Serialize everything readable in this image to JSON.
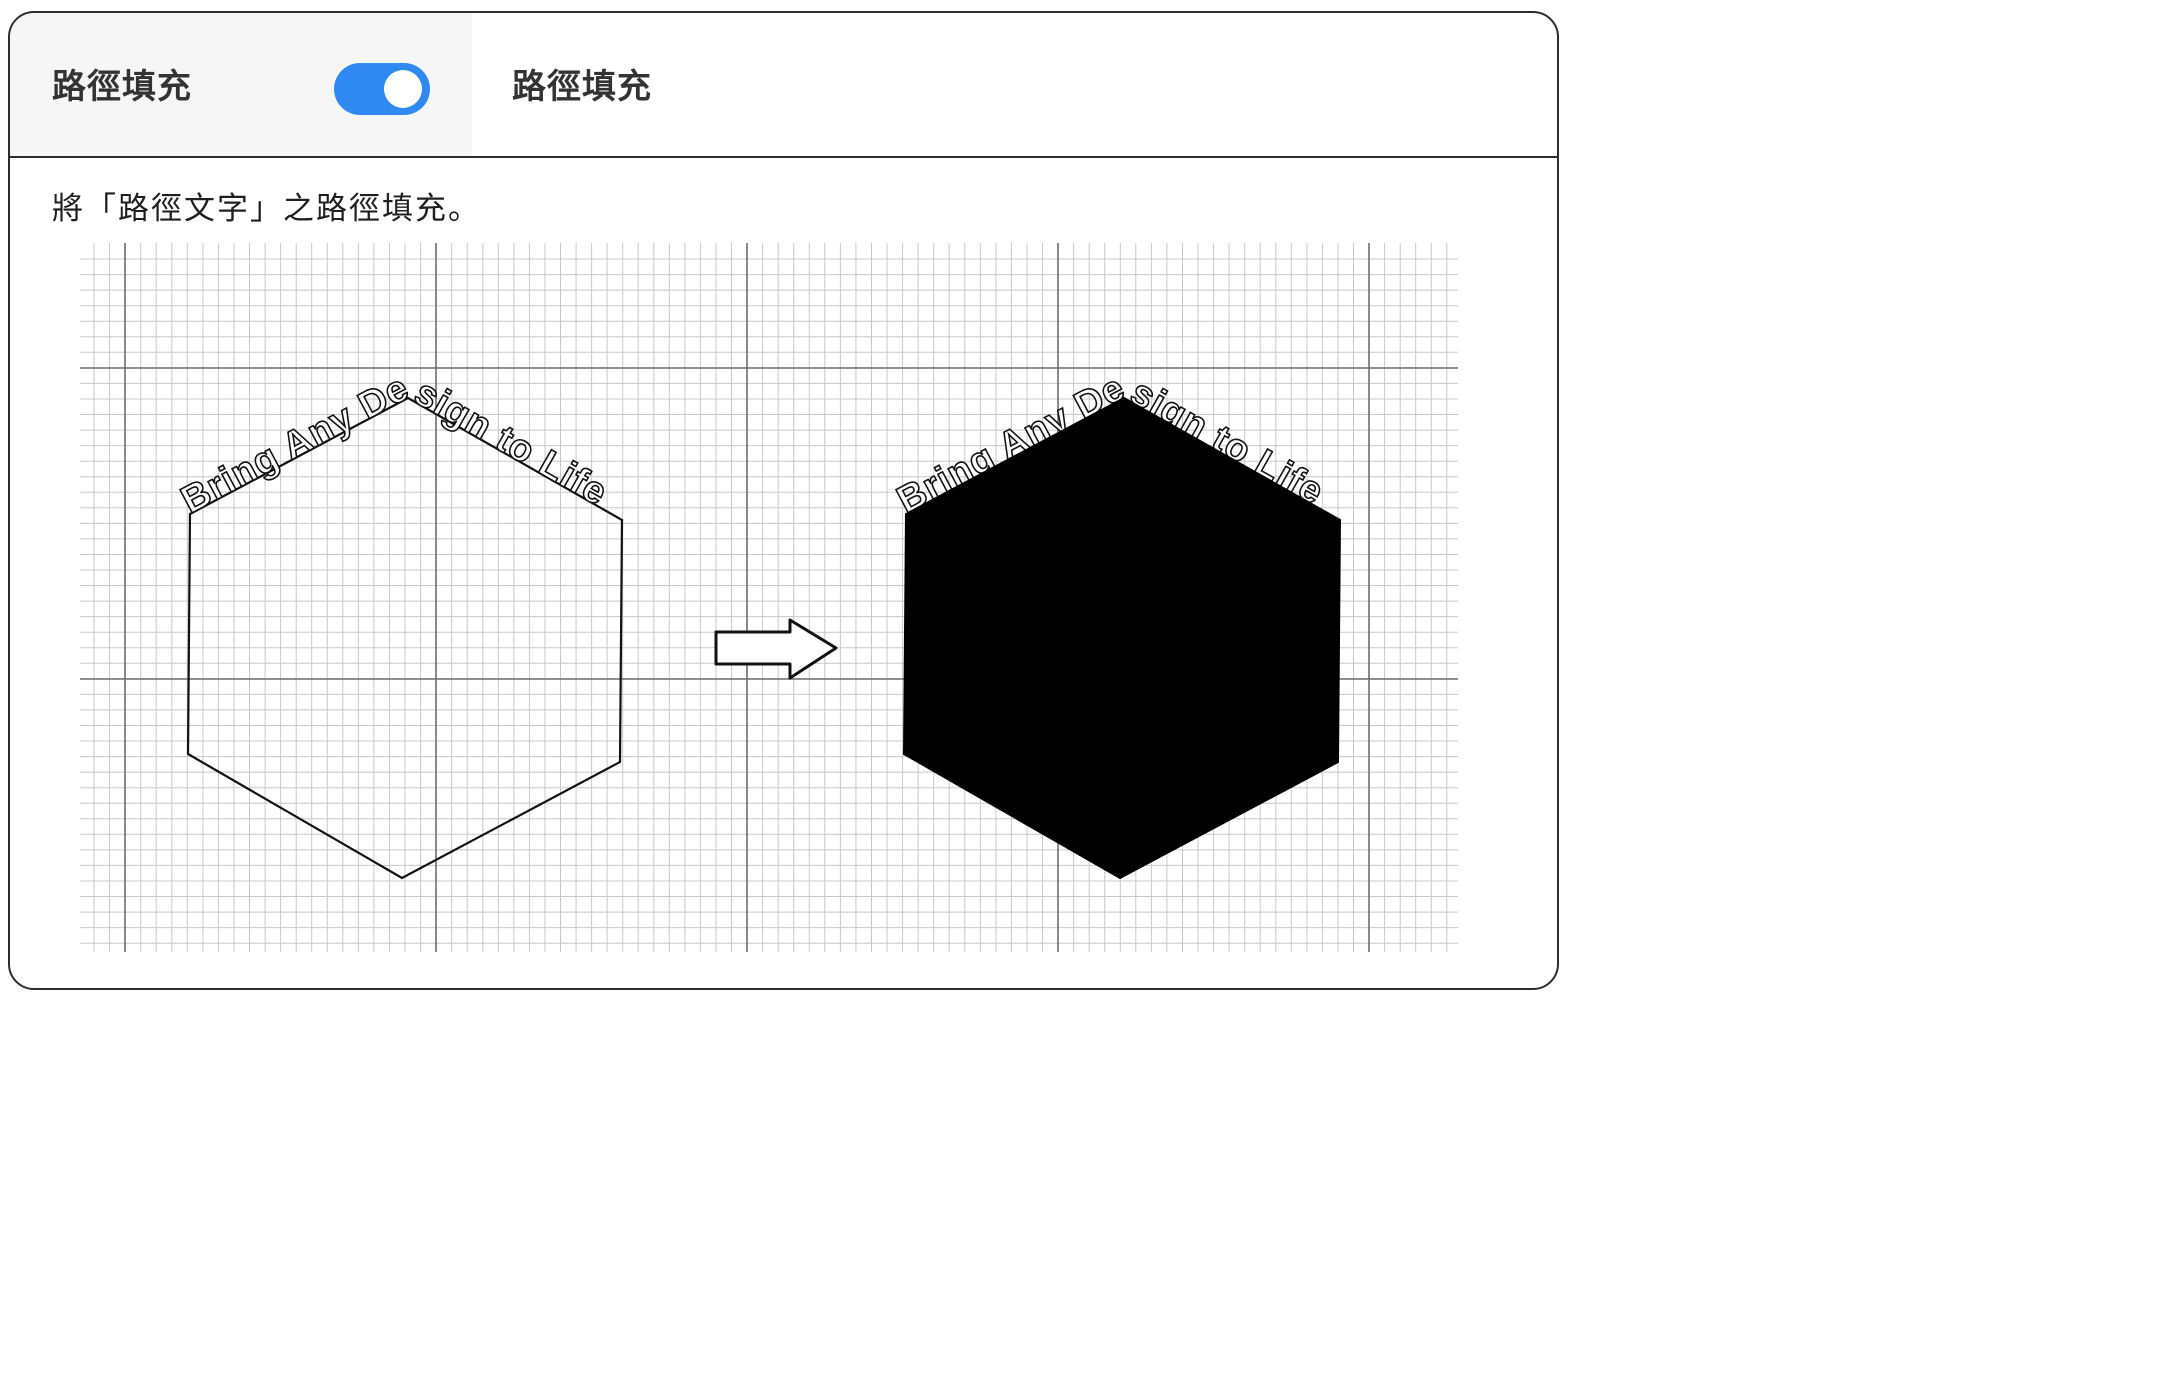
{
  "header": {
    "left_title": "路徑填充",
    "toggle_on": true,
    "right_title": "路徑填充"
  },
  "description": "將「路徑文字」之路徑填充。",
  "diagram": {
    "curved_text": "Bring Any Design to Life",
    "before_state": "outline",
    "after_state": "filled",
    "arrow_icon": "right-arrow-icon",
    "fill_color": "#000000",
    "grid_color": "#c8c8c8"
  }
}
